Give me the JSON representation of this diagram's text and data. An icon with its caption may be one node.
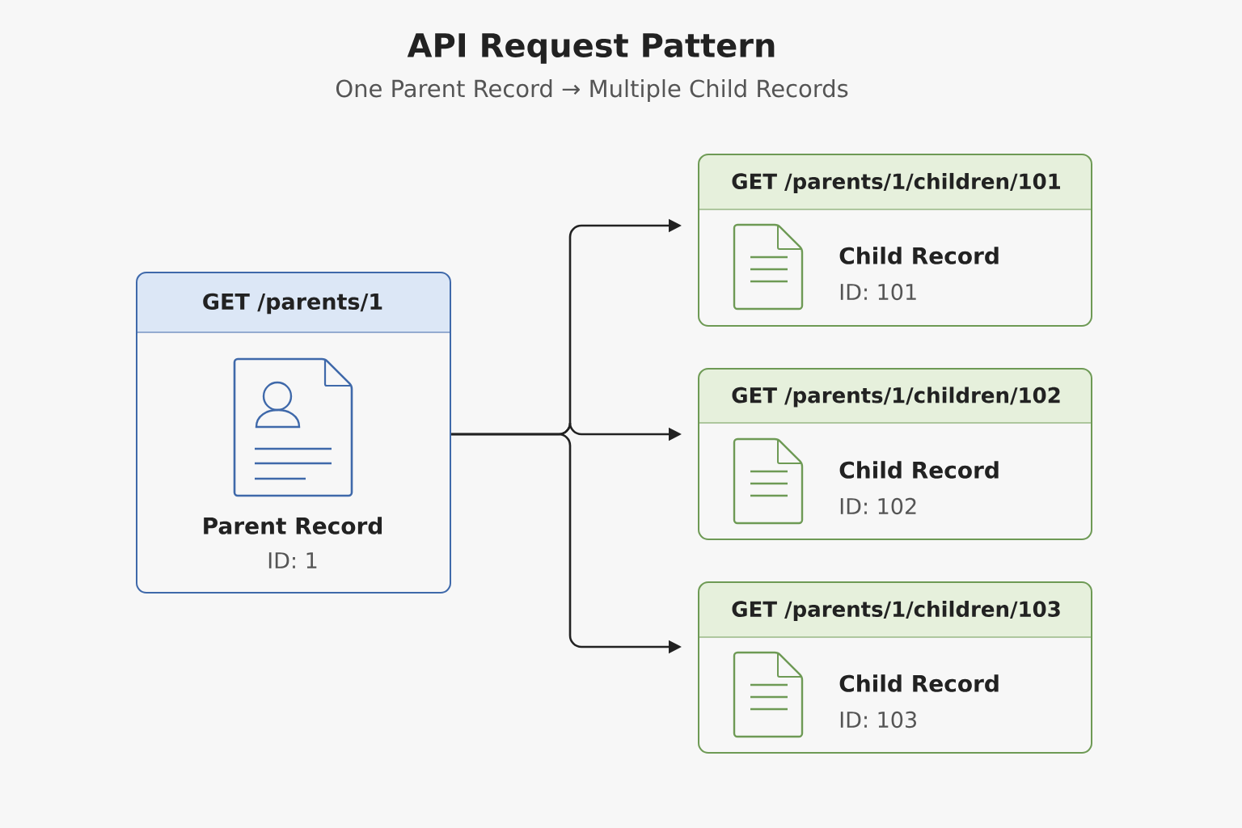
{
  "diagram": {
    "title": "API Request Pattern",
    "caption": "One Parent Record → Multiple Child Records",
    "nodes": [
      {
        "text": [
          "GET /parents/1",
          "Parent Record",
          "ID: 1"
        ]
      },
      {
        "text": [
          "GET /parents/1/children/101",
          "Child Record",
          "ID: 101"
        ]
      },
      {
        "text": [
          "GET /parents/1/children/102",
          "Child Record",
          "ID: 102"
        ]
      },
      {
        "text": [
          "GET /parents/1/children/103",
          "Child Record",
          "ID: 103"
        ]
      }
    ],
    "edges": [
      {
        "from": 0,
        "to": 1,
        "arrow": "to"
      },
      {
        "from": 0,
        "to": 2,
        "arrow": "to"
      },
      {
        "from": 0,
        "to": 3,
        "arrow": "to"
      }
    ]
  }
}
